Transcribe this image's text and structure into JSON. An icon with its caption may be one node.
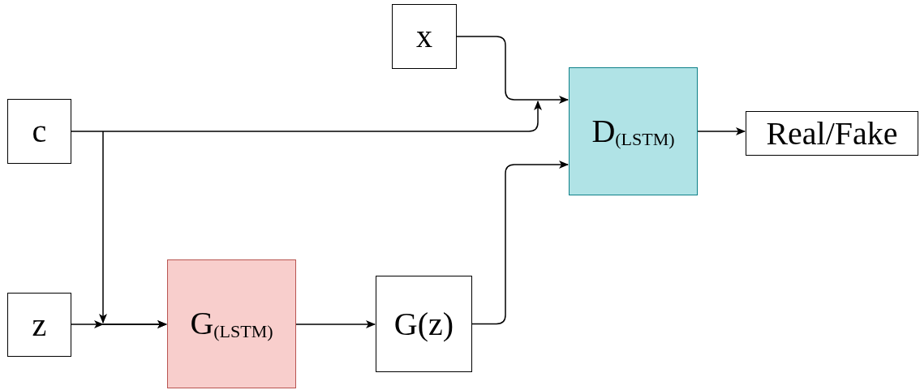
{
  "diagram": {
    "nodes": [
      {
        "text": [
          "x"
        ]
      },
      {
        "text": [
          "c"
        ]
      },
      {
        "text": [
          "D$_{(LSTM)}$"
        ]
      },
      {
        "text": [
          "Real/Fake"
        ]
      },
      {
        "text": [
          "z"
        ]
      },
      {
        "text": [
          "G$_{(LSTM)}$"
        ]
      },
      {
        "text": [
          "G(z)"
        ]
      }
    ],
    "edges": [
      {
        "from": 0,
        "to": 2,
        "arrow": "to"
      },
      {
        "from": 1,
        "to": 2,
        "arrow": "to"
      },
      {
        "from": 1,
        "to": 5,
        "arrow": "to"
      },
      {
        "from": 4,
        "to": 5,
        "arrow": "to"
      },
      {
        "from": 5,
        "to": 6,
        "arrow": "to"
      },
      {
        "from": 6,
        "to": 2,
        "arrow": "to"
      },
      {
        "from": 2,
        "to": 3,
        "arrow": "to"
      }
    ]
  }
}
